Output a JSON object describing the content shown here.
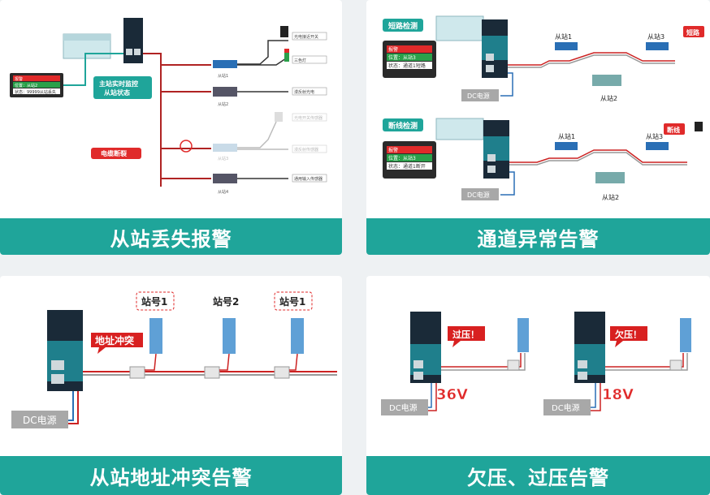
{
  "panel1": {
    "banner": "从站丢失报警",
    "screen": {
      "line1": "报警",
      "line2": "位置：从站2",
      "line3": "状态：99999从站丢失"
    },
    "callout": "主站实时监控\n从站状态",
    "callout_l1": "主站实时监控",
    "callout_l2": "从站状态",
    "cable_break": "电缆断裂",
    "right_labels": [
      "光电接近开关",
      "三色灯",
      "漫反射光电",
      "光电开关传感器",
      "漫反射传感器",
      "通用输入传感器"
    ],
    "slave_tags": [
      "从站1",
      "从站2",
      "从站3",
      "从站4"
    ]
  },
  "panel2": {
    "banner": "通道异常告警",
    "short": {
      "title": "短路检测",
      "screen": {
        "line1": "报警",
        "line2": "位置：从站3",
        "line3": "状态：通道1短路"
      },
      "dc": "DC电源",
      "slaves": [
        "从站1",
        "从站2",
        "从站3"
      ],
      "tag": "短路"
    },
    "open": {
      "title": "断线检测",
      "screen": {
        "line1": "报警",
        "line2": "位置：从站3",
        "line3": "状态：通道1断开"
      },
      "dc": "DC电源",
      "slaves": [
        "从站1",
        "从站2",
        "从站3"
      ],
      "tag": "断线"
    }
  },
  "panel3": {
    "banner": "从站地址冲突告警",
    "conflict": "地址冲突",
    "stations": [
      "站号1",
      "站号2",
      "站号1"
    ],
    "dc": "DC电源"
  },
  "panel4": {
    "banner": "欠压、过压告警",
    "over_tag": "过压！",
    "under_tag": "欠压！",
    "over_v": "36V",
    "under_v": "18V",
    "dc_left": "DC电源",
    "dc_right": "DC电源"
  },
  "colors": {
    "teal": "#1fa59a",
    "red": "#e02a2a",
    "blue": "#2a6fb5",
    "gray": "#a8a8a8"
  }
}
